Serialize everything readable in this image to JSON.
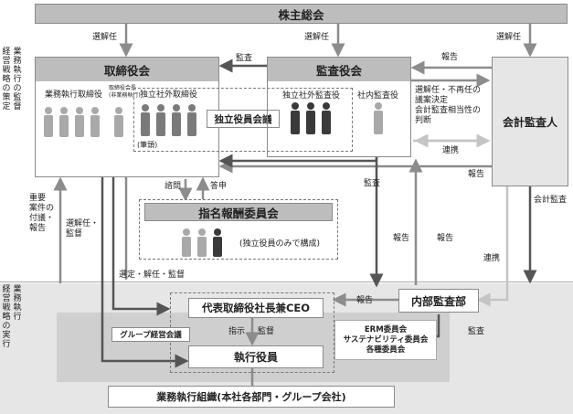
{
  "shareholders_meeting": "株主総会",
  "board": {
    "title": "取締役会",
    "executive_directors": "業務執行取締役",
    "non_exec_line1": "取締役会長",
    "non_exec_line2": "(非業務執行)",
    "outside_directors": "独立社外取締役",
    "lead_note": "(筆頭)",
    "independent_meeting": "独立役員会議"
  },
  "audit_board": {
    "title": "監査役会",
    "outside_auditors": "独立社外監査役",
    "internal_auditor": "社内監査役"
  },
  "accounting_auditor": "会計監査人",
  "nomination_committee": {
    "title": "指名報酬委員会",
    "note": "(独立役員のみで構成)"
  },
  "ceo": "代表取締役社長兼CEO",
  "group_management_meeting": "グループ経営会議",
  "executive_officers": "執行役員",
  "internal_audit": "内部監査部",
  "committees": [
    "ERM委員会",
    "サステナビリティ委員会",
    "各種委員会"
  ],
  "business_org": "業務執行組織(本社各部門・グループ会社)",
  "side_labels": {
    "upper_col1": "経営戦略の策定",
    "upper_col2": "業務執行の監督",
    "lower_col1": "経営戦略の実行",
    "lower_col2": "業務執行"
  },
  "arrow_labels": {
    "elect1": "選解任",
    "elect2": "選解任",
    "elect3": "選解任",
    "audit_top": "監査",
    "report_top": "報告",
    "auditor_selection_1": "選解任・不再任の",
    "auditor_selection_2": "議案決定",
    "auditor_selection_3": "会計監査相当性の",
    "auditor_selection_4": "判断",
    "liaison_1": "連携",
    "report_right": "報告",
    "audit_mid": "監査",
    "consult": "諮問",
    "answer": "答申",
    "important_1": "重要",
    "important_2": "案件の",
    "important_3": "付議・",
    "important_4": "報告",
    "elect_supervise_1": "選解任・",
    "elect_supervise_2": "監督",
    "report_a": "報告",
    "report_b": "報告",
    "acct_audit": "会計監査",
    "liaison_2": "連携",
    "select_dismiss_supervise": "選定・解任・監督",
    "report_ia": "報告",
    "instruct": "指示",
    "supervise": "監督",
    "audit_ia": "監査"
  },
  "colors": {
    "header_gray": "#bdbdbd",
    "band_gray": "#e6e6e6",
    "inner_gray": "#cfcfcf",
    "arrow_gray": "#8c8c8c",
    "arrow_dark": "#555555"
  }
}
